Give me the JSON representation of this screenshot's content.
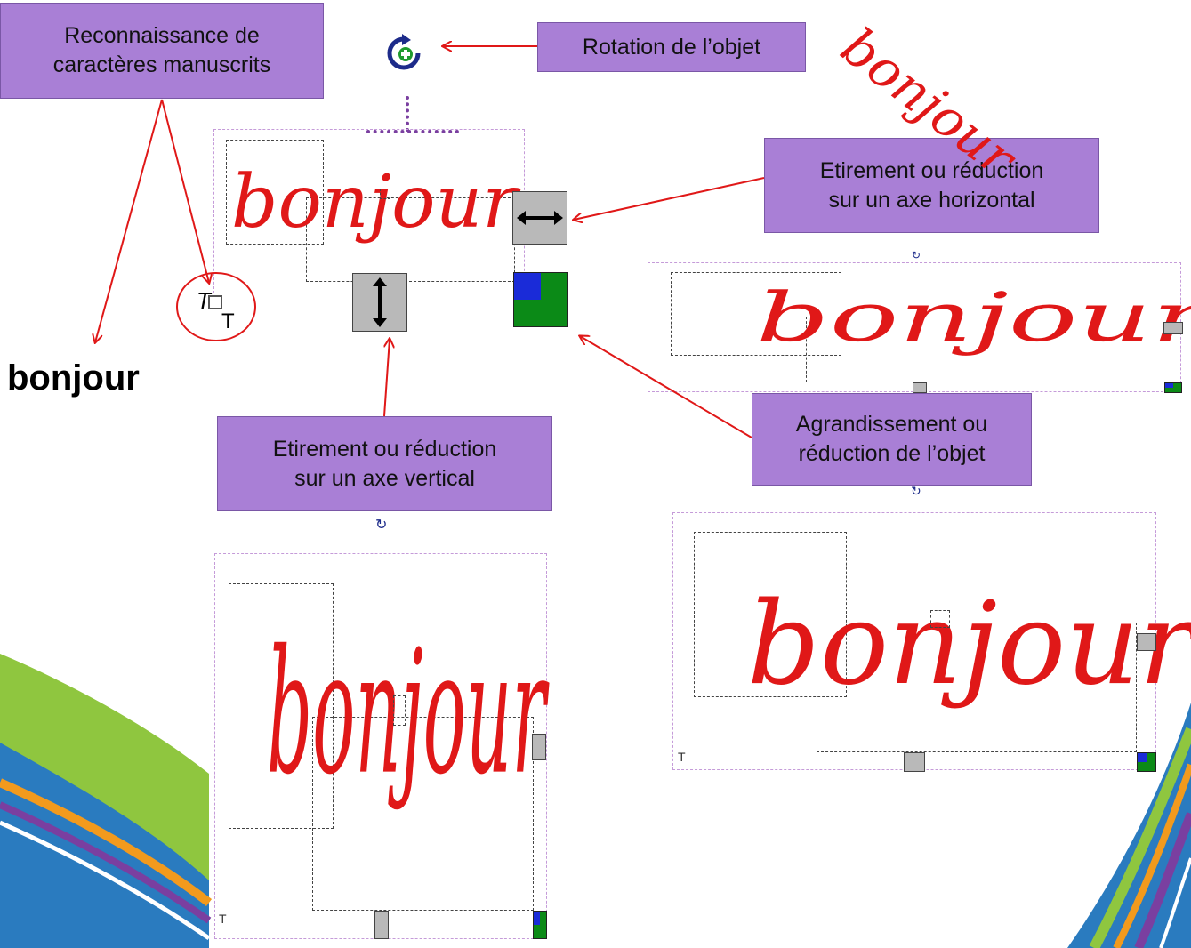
{
  "callouts": {
    "handwriting": {
      "line1": "Reconnaissance de",
      "line2": "caractères manuscrits"
    },
    "rotation": {
      "line1": "Rotation de l’objet"
    },
    "horizontal": {
      "line1": "Etirement ou réduction",
      "line2": "sur un axe horizontal"
    },
    "vertical": {
      "line1": "Etirement ou réduction",
      "line2": "sur un axe vertical"
    },
    "scale": {
      "line1": "Agrandissement ou",
      "line2": "réduction de l’objet"
    }
  },
  "recognized_text": "bonjour",
  "handwritten_word": "bonjour",
  "colors": {
    "callout_fill": "#a97fd6",
    "ink": "#e01818",
    "arrow": "#e01818",
    "frame": "#c59bd9"
  },
  "icons": [
    "rotate-icon",
    "horizontal-stretch-icon",
    "vertical-stretch-icon",
    "scale-icon",
    "text-recognition-icon"
  ]
}
